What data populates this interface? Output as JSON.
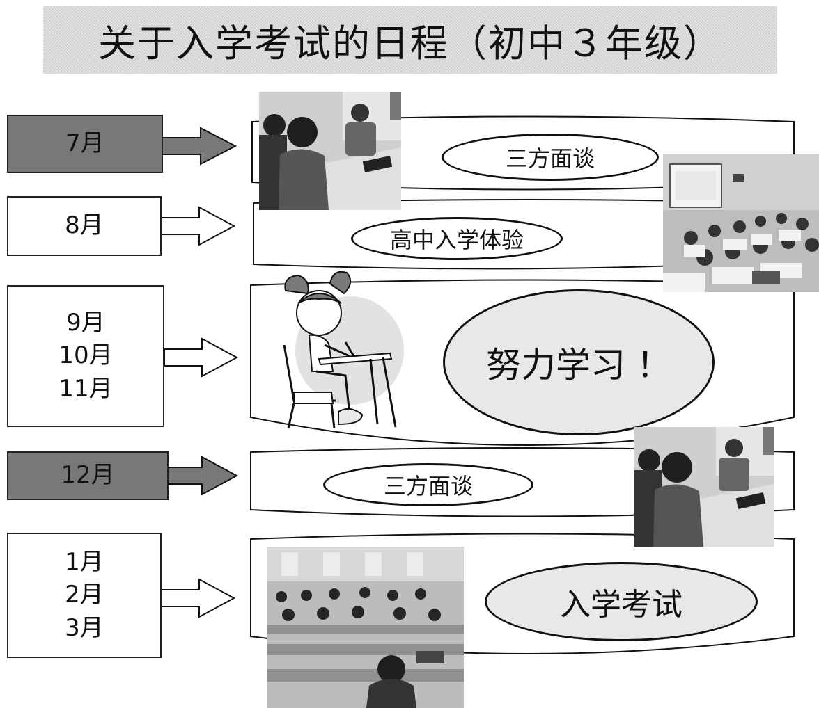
{
  "title": "关于入学考试的日程（初中３年级）",
  "rows": [
    {
      "months": [
        "7月"
      ],
      "style": "dark",
      "event": "三方面谈"
    },
    {
      "months": [
        "8月"
      ],
      "style": "light",
      "event": "高中入学体验"
    },
    {
      "months": [
        "9月",
        "10月",
        "11月"
      ],
      "style": "light",
      "event": "努力学习 ！"
    },
    {
      "months": [
        "12月"
      ],
      "style": "dark",
      "event": "三方面谈"
    },
    {
      "months": [
        "1月",
        "2月",
        "3月"
      ],
      "style": "light",
      "event": "入学考试"
    }
  ],
  "photos": [
    "three-party-meeting-photo",
    "classroom-experience-photo",
    "studying-girl-illustration",
    "three-party-meeting-photo-2",
    "exam-hall-photo"
  ],
  "colors": {
    "dark_box": "#787878",
    "banner": "#e3e3e3",
    "shaded_oval": "#e8e8e8",
    "line": "#111111"
  }
}
